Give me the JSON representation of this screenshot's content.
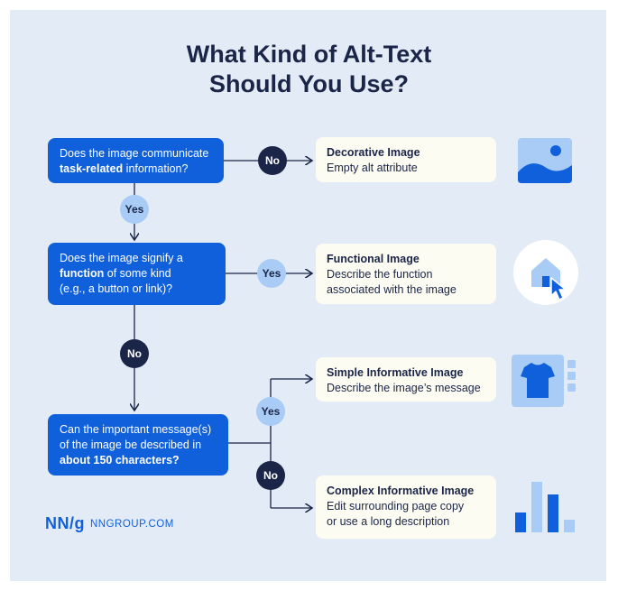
{
  "title": {
    "line1": "What Kind of Alt-Text",
    "line2": "Should You Use?"
  },
  "questions": {
    "q1": {
      "pre": "Does the image communicate",
      "bold": "task-related",
      "post": " information?"
    },
    "q2": {
      "line1": "Does the image signify a",
      "bold": "function",
      "post": " of some kind",
      "line3": "(e.g., a button or link)?"
    },
    "q3": {
      "line1": "Can the important message(s)",
      "line2": "of the image be described in",
      "bold": "about 150 characters?"
    }
  },
  "answers": {
    "decorative": {
      "title": "Decorative Image",
      "desc": "Empty alt attribute"
    },
    "functional": {
      "title": "Functional Image",
      "desc1": "Describe the function",
      "desc2": "associated with the image"
    },
    "simple": {
      "title": "Simple Informative Image",
      "desc": "Describe the image’s message"
    },
    "complex": {
      "title": "Complex Informative Image",
      "desc1": "Edit surrounding page copy",
      "desc2": "or use a long description"
    }
  },
  "pills": {
    "yes": "Yes",
    "no": "No"
  },
  "branding": {
    "logo": "NN/g",
    "url": "NNGROUP.COM"
  },
  "icons": [
    "landscape-image-icon",
    "home-cursor-icon",
    "tshirt-icon",
    "bar-chart-icon"
  ],
  "colors": {
    "primary": "#1060dc",
    "dark": "#1a2547",
    "light_pill": "#a9ccf6",
    "background": "#e3ebf6",
    "answer_bg": "#fdfcf2"
  }
}
